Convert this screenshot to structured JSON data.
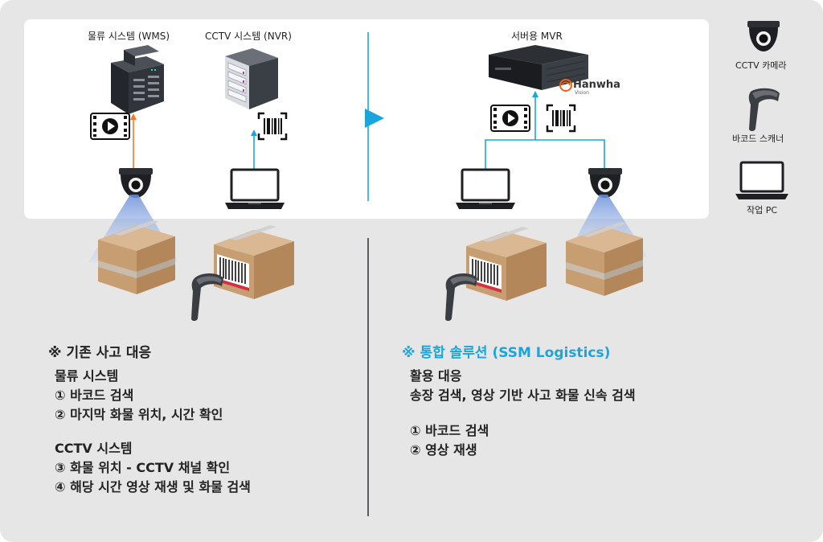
{
  "left": {
    "wms_label": "물류 시스템 (WMS)",
    "nvr_label": "CCTV 시스템 (NVR)",
    "heading": "※ 기존 사고 대응",
    "lines": [
      "물류 시스템",
      "① 바코드 검색",
      "② 마지막 화물 위치, 시간 확인",
      "",
      "CCTV 시스템",
      "③ 화물 위치 - CCTV 채널 확인",
      "④ 해당 시간 영상 재생 및 화물 검색"
    ]
  },
  "right": {
    "mvr_label": "서버용 MVR",
    "brand": "Hanwha",
    "brand_sub": "Vision",
    "heading": "※ 통합 솔루션 (SSM Logistics)",
    "lines": [
      "활용 대응",
      "송장 검색, 영상 기반 사고 화물 신속 검색",
      "",
      "① 바코드 검색",
      "② 영상 재생"
    ]
  },
  "legend": {
    "cctv": "CCTV 카메라",
    "scanner": "바코드 스캐너",
    "pc": "작업 PC"
  },
  "colors": {
    "accent": "#1aa6dc",
    "arrow_orange": "#f07a2a",
    "brand_orange": "#e8631a",
    "background": "#e6e6e6"
  }
}
